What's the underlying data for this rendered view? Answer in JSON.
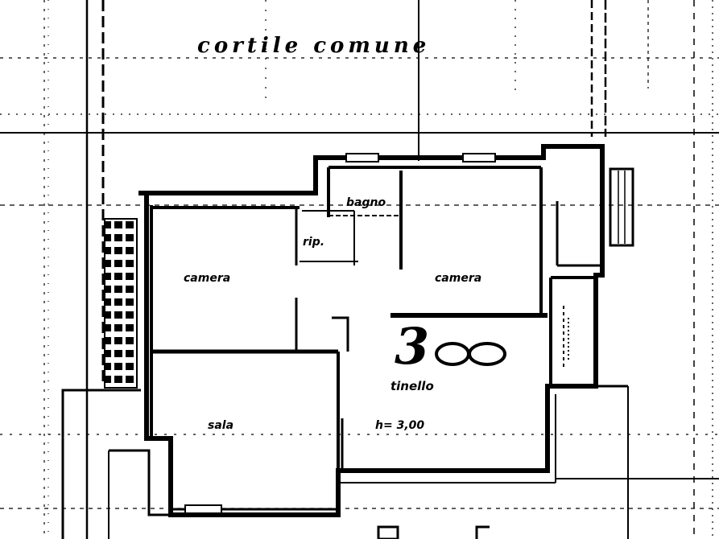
{
  "plan": {
    "courtyard_label": "cortile comune",
    "unit_number": "3",
    "rooms": {
      "bagno": "bagno",
      "ripostiglio": "rip.",
      "camera_left": "camera",
      "camera_right": "camera",
      "sala": "sala",
      "tinello": "tinello",
      "height": "h= 3,00"
    }
  }
}
